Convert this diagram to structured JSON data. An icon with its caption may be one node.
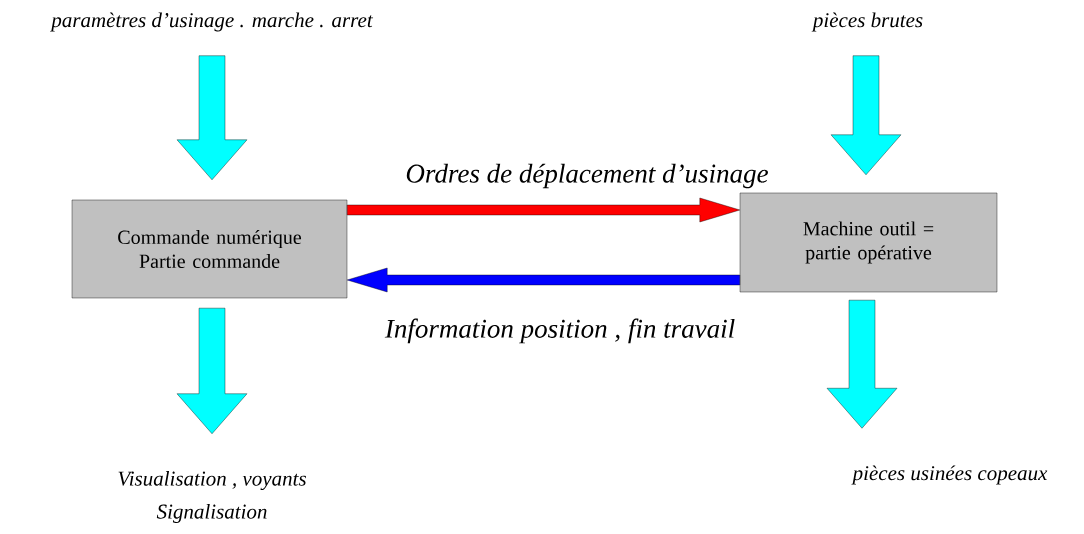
{
  "diagram": {
    "nodes": [
      {
        "text": [
          "Commande numérique Partie commande"
        ]
      },
      {
        "text": [
          "Machine outil = partie opérative"
        ]
      },
      {
        "text": [
          "paramètres d’usinage . marche . arret"
        ]
      },
      {
        "text": [
          "pièces brutes"
        ]
      },
      {
        "text": [
          "Visualisation , voyants",
          "Signalisation"
        ]
      },
      {
        "text": [
          "pièces usinées  copeaux"
        ]
      }
    ],
    "edges": [
      {
        "from": 2,
        "to": 0,
        "arrow": "to",
        "style": "thick",
        "color": "#00ffff"
      },
      {
        "from": 3,
        "to": 1,
        "arrow": "to",
        "style": "thick",
        "color": "#00ffff"
      },
      {
        "from": 0,
        "to": 1,
        "arrow": "to",
        "label": "Ordres de déplacement d’usinage",
        "color": "#ff0000"
      },
      {
        "from": 1,
        "to": 0,
        "arrow": "to",
        "label": "Information position , fin travail",
        "color": "#0000ff"
      },
      {
        "from": 0,
        "to": 4,
        "arrow": "to",
        "style": "thick",
        "color": "#00ffff"
      },
      {
        "from": 1,
        "to": 5,
        "arrow": "to",
        "style": "thick",
        "color": "#00ffff"
      }
    ]
  }
}
